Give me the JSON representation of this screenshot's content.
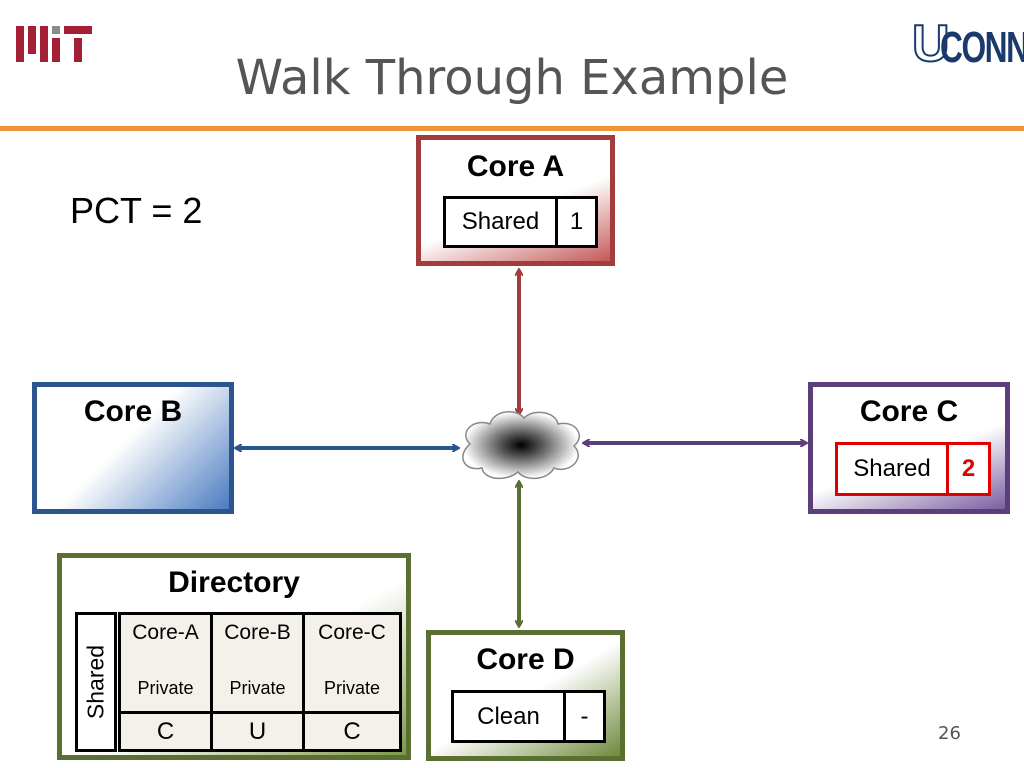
{
  "slide": {
    "title": "Walk Through Example",
    "page_number": "26",
    "pct_label": "PCT = 2"
  },
  "logos": {
    "left": "MIT",
    "right_prefix": "U",
    "right_suffix": "CONN"
  },
  "cores": {
    "a": {
      "label": "Core A",
      "state": "Shared",
      "count": "1"
    },
    "b": {
      "label": "Core B"
    },
    "c": {
      "label": "Core C",
      "state": "Shared",
      "count": "2"
    },
    "d": {
      "label": "Core D",
      "state": "Clean",
      "count": "-"
    }
  },
  "directory": {
    "label": "Directory",
    "side_label": "Shared",
    "columns": [
      {
        "name": "Core-A",
        "mode": "Private",
        "value": "C"
      },
      {
        "name": "Core-B",
        "mode": "Private",
        "value": "U"
      },
      {
        "name": "Core-C",
        "mode": "Private",
        "value": "C"
      }
    ]
  },
  "colors": {
    "accent_rule": "#f0943c",
    "core_a": "#a33d3d",
    "core_b": "#2b5490",
    "core_c": "#5b3f7a",
    "core_d": "#5a7032",
    "highlight": "#e00000",
    "mit_red": "#a31f34",
    "uconn_blue": "#1a3a6e"
  }
}
